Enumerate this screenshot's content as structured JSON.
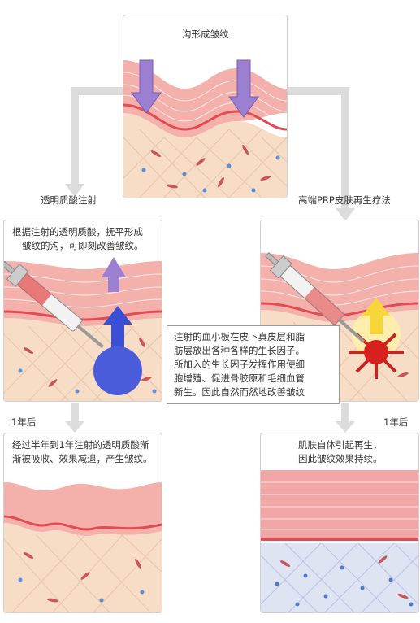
{
  "top": {
    "title": "沟形成皱纹"
  },
  "left_path": {
    "label": "透明质酸注射",
    "panel1_text": [
      "根据注射的透明质酸，抚平形成",
      "皱纹的沟，可即刻改善皱纹。"
    ],
    "time_label": "1年后",
    "panel2_text": [
      "经过半年到1年注射的透明质酸渐",
      "渐被吸收、效果减退，产生皱纹。"
    ]
  },
  "right_path": {
    "label": "高端PRP皮肤再生疗法",
    "explain": [
      "注射的血小板在皮下真皮层和脂",
      "肪层放出各种各样的生长因子。",
      "所加入的生长因子发挥作用使细",
      "胞增殖、促进骨胶原和毛细血管",
      "新生。因此自然而然地改善皱纹"
    ],
    "time_label": "1年后",
    "panel2_text": [
      "肌肤自体引起再生，",
      "因此皱纹效果持续。"
    ]
  },
  "colors": {
    "skin_top": "#f2a7a7",
    "dermis": "#f7dcc6",
    "line_red": "#e34b52",
    "arrow_purple": "#9b7fd0",
    "arrow_blue": "#3b4fd6",
    "injection_red": "#d8201f",
    "connector": "#d9d9d9"
  }
}
